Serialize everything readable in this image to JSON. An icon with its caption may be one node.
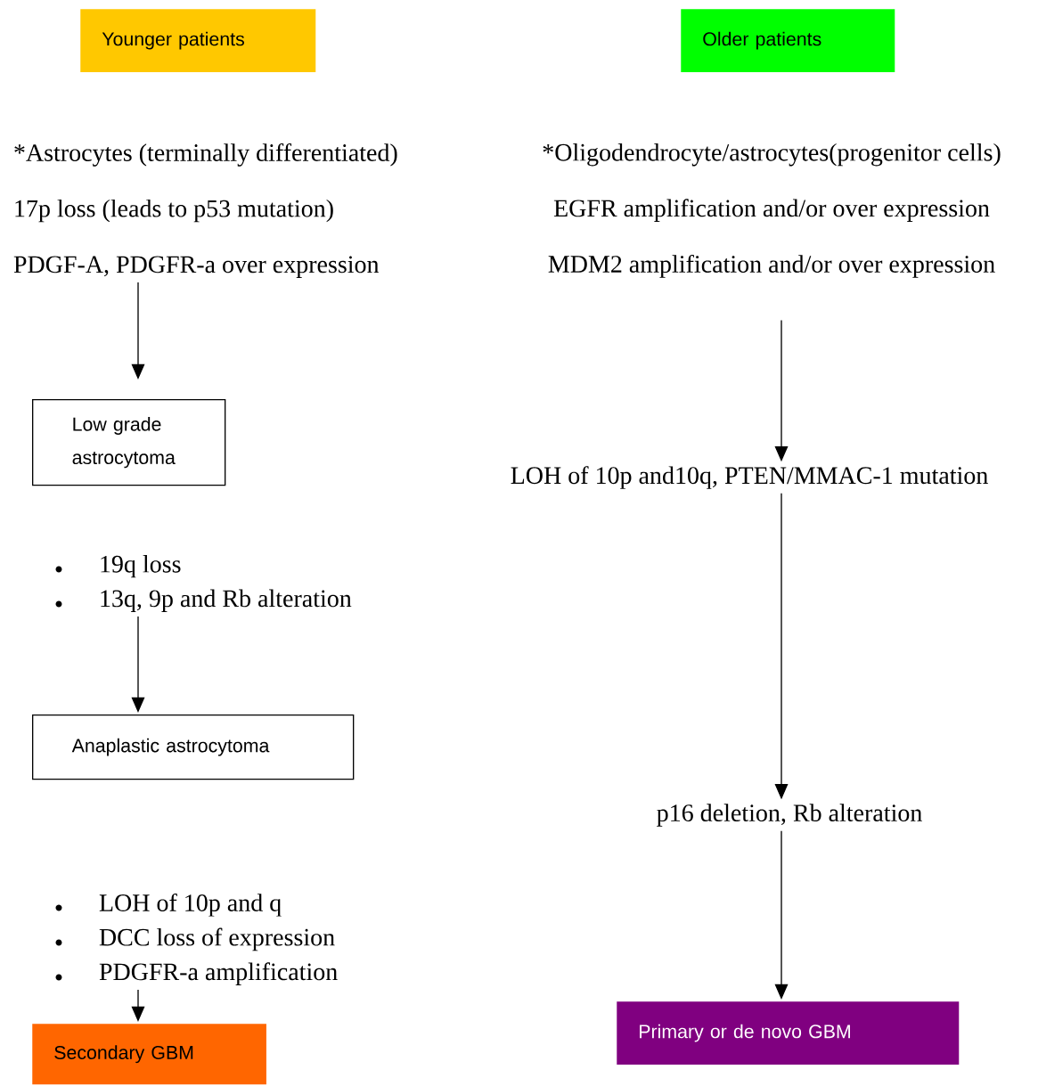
{
  "diagram": {
    "nodes": [
      {
        "text": [
          "Younger patients"
        ]
      },
      {
        "text": [
          "Older patients"
        ]
      },
      {
        "text": [
          "*Astrocytes (terminally differentiated)",
          "17p loss (leads to p53 mutation)",
          "PDGF-A, PDGFR-a over expression"
        ]
      },
      {
        "text": [
          "Low grade astrocytoma"
        ]
      },
      {
        "text": [
          "19q loss",
          "13q, 9p and Rb alteration"
        ]
      },
      {
        "text": [
          "Anaplastic astrocytoma"
        ]
      },
      {
        "text": [
          "LOH of 10p and q",
          "DCC loss of expression",
          "PDGFR-a amplification"
        ]
      },
      {
        "text": [
          "Secondary GBM"
        ]
      },
      {
        "text": [
          "*Oligodendrocyte/astrocytes(progenitor cells)",
          "EGFR amplification and/or over expression",
          "MDM2 amplification and/or over expression"
        ]
      },
      {
        "text": [
          "LOH of 10p and10q, PTEN/MMAC-1 mutation"
        ]
      },
      {
        "text": [
          "p16 deletion, Rb alteration"
        ]
      },
      {
        "text": [
          "Primary or de novo GBM"
        ]
      }
    ],
    "edges": [
      {
        "from": 2,
        "to": 3,
        "arrow": "to"
      },
      {
        "from": 4,
        "to": 5,
        "arrow": "to"
      },
      {
        "from": 6,
        "to": 7,
        "arrow": "to"
      },
      {
        "from": 8,
        "to": 9,
        "arrow": "to"
      },
      {
        "from": 9,
        "to": 10,
        "arrow": "to"
      },
      {
        "from": 10,
        "to": 11,
        "arrow": "to"
      }
    ]
  }
}
